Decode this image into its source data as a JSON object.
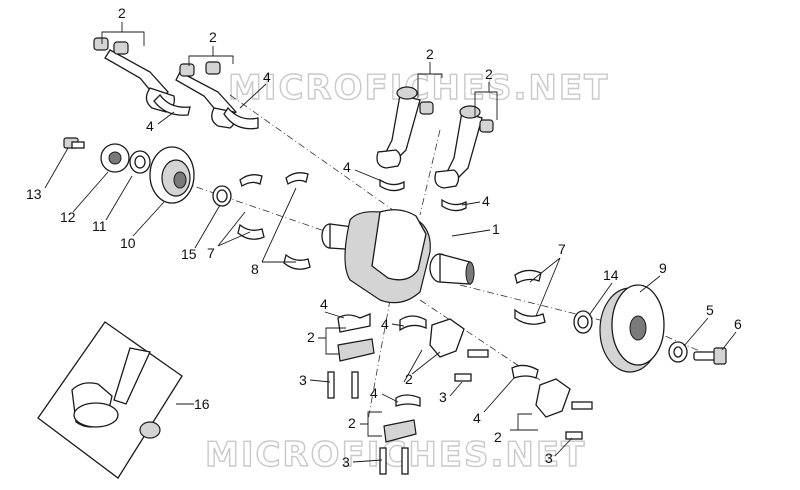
{
  "watermarks": [
    "MICROFICHES.NET",
    "MICROFICHES.NET"
  ],
  "callouts": [
    {
      "id": "c2a",
      "text": "2"
    },
    {
      "id": "c2b",
      "text": "2"
    },
    {
      "id": "c4a",
      "text": "4"
    },
    {
      "id": "c4b",
      "text": "4"
    },
    {
      "id": "c2c",
      "text": "2"
    },
    {
      "id": "c2d",
      "text": "2"
    },
    {
      "id": "c4c",
      "text": "4"
    },
    {
      "id": "c4d",
      "text": "4"
    },
    {
      "id": "c1",
      "text": "1"
    },
    {
      "id": "c13",
      "text": "13"
    },
    {
      "id": "c12",
      "text": "12"
    },
    {
      "id": "c11",
      "text": "11"
    },
    {
      "id": "c10",
      "text": "10"
    },
    {
      "id": "c15",
      "text": "15"
    },
    {
      "id": "c7a",
      "text": "7"
    },
    {
      "id": "c8",
      "text": "8"
    },
    {
      "id": "c7b",
      "text": "7"
    },
    {
      "id": "c14",
      "text": "14"
    },
    {
      "id": "c9",
      "text": "9"
    },
    {
      "id": "c5",
      "text": "5"
    },
    {
      "id": "c6",
      "text": "6"
    },
    {
      "id": "c4e",
      "text": "4"
    },
    {
      "id": "c2e",
      "text": "2"
    },
    {
      "id": "c4f",
      "text": "4"
    },
    {
      "id": "c2f",
      "text": "2"
    },
    {
      "id": "c3a",
      "text": "3"
    },
    {
      "id": "c3b",
      "text": "3"
    },
    {
      "id": "c4g",
      "text": "4"
    },
    {
      "id": "c2g",
      "text": "2"
    },
    {
      "id": "c3c",
      "text": "3"
    },
    {
      "id": "c4h",
      "text": "4"
    },
    {
      "id": "c2h",
      "text": "2"
    },
    {
      "id": "c3d",
      "text": "3"
    },
    {
      "id": "c16",
      "text": "16"
    }
  ]
}
